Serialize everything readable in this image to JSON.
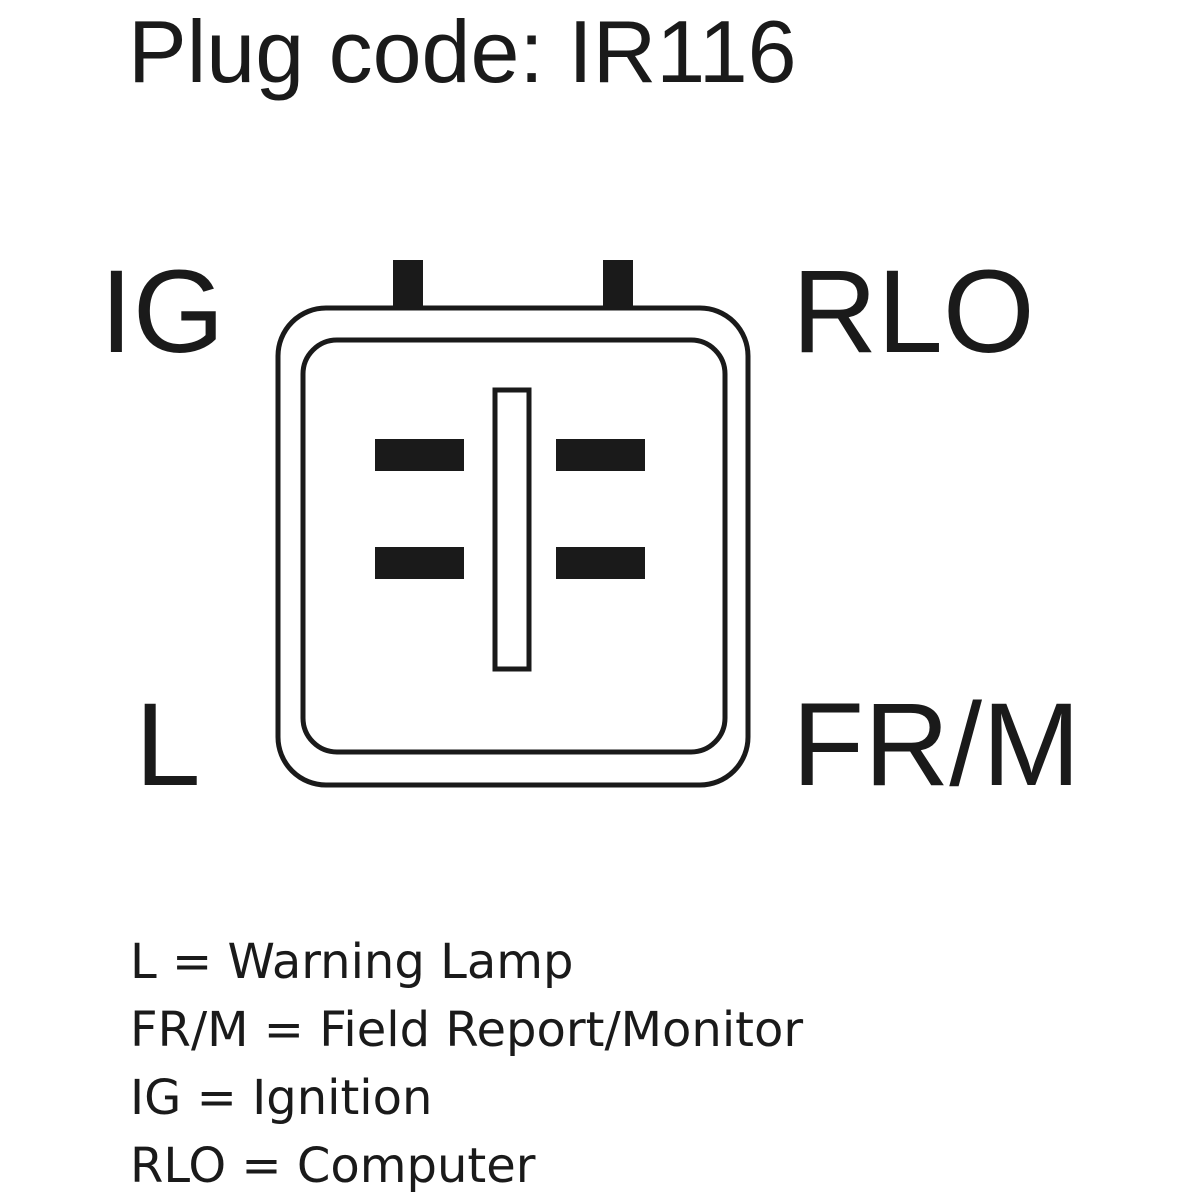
{
  "title": "Plug code: IR116",
  "pins": {
    "top_left": "IG",
    "top_right": "RLO",
    "bottom_left": "L",
    "bottom_right": "FR/M"
  },
  "legend": [
    "L = Warning Lamp",
    "FR/M = Field Report/Monitor",
    "IG = Ignition",
    "RLO = Computer"
  ],
  "colors": {
    "ink": "#1a1a1a",
    "background": "#ffffff"
  }
}
